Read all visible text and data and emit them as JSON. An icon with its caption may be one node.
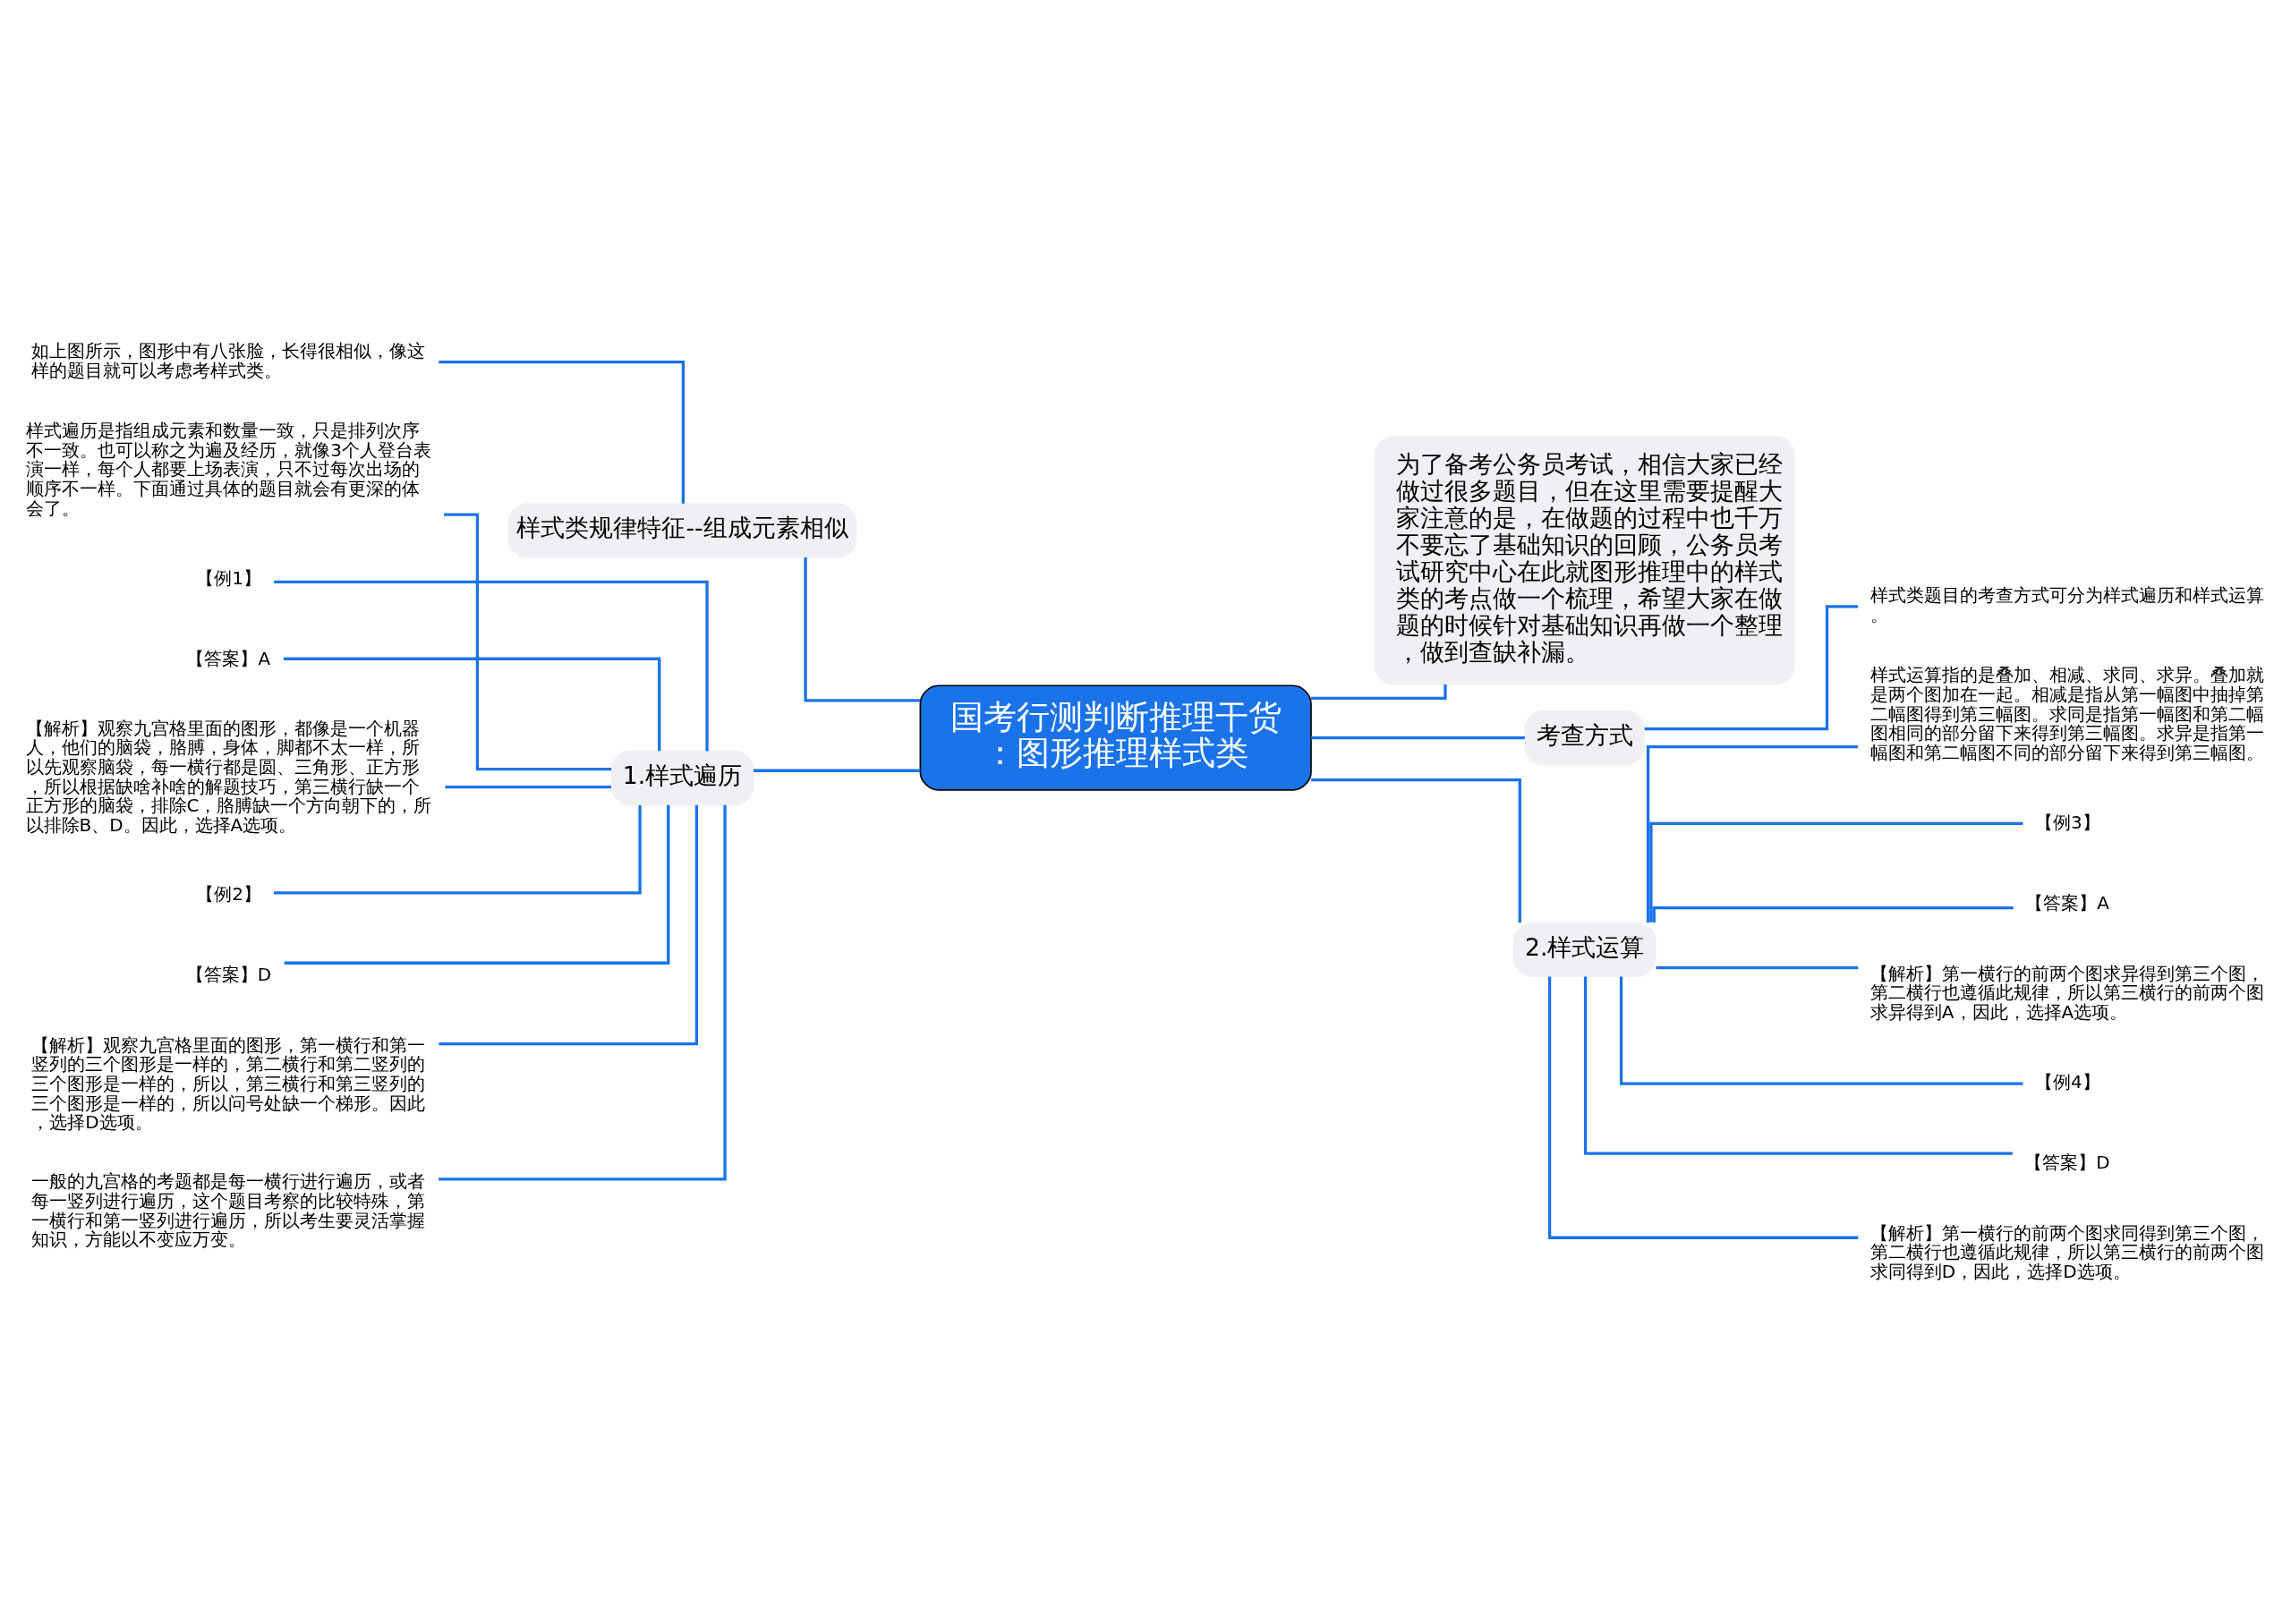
{
  "diagram": {
    "nodes": [
      {
        "text": [
          "国考行测判断推理干货：图形推理样式类"
        ]
      },
      {
        "text": [
          "样式类规律特征--组成元素相似"
        ]
      },
      {
        "text": [
          "如上图所示，图形中有八张脸，长得很相似，像这样的题目就可以考虑考样式类。"
        ]
      },
      {
        "text": [
          "1.样式遍历"
        ]
      },
      {
        "text": [
          "样式遍历是指组成元素和数量一致，只是排列次序不一致。也可以称之为遍及经历，就像3个人登台表演一样，每个人都要上场表演，只不过每次出场的顺序不一样。下面通过具体的题目就会有更深的体会了。"
        ]
      },
      {
        "text": [
          "【例1】"
        ]
      },
      {
        "text": [
          "【答案】A"
        ]
      },
      {
        "text": [
          "【解析】观察九宫格里面的图形，都像是一个机器人，他们的脑袋，胳膊，身体，脚都不太一样，所以先观察脑袋，每一横行都是圆、三角形、正方形，所以根据缺啥补啥的解题技巧，第三横行缺一个正方形的脑袋，排除C，胳膊缺一个方向朝下的，所以排除B、D。因此，选择A选项。"
        ]
      },
      {
        "text": [
          "【例2】"
        ]
      },
      {
        "text": [
          "【答案】D"
        ]
      },
      {
        "text": [
          "【解析】观察九宫格里面的图形，第一横行和第一竖列的三个图形是一样的，第二横行和第二竖列的三个图形是一样的，所以，第三横行和第三竖列的三个图形是一样的，所以问号处缺一个梯形。因此，选择D选项。"
        ]
      },
      {
        "text": [
          "一般的九宫格的考题都是每一横行进行遍历，或者每一竖列进行遍历，这个题目考察的比较特殊，第一横行和第一竖列进行遍历，所以考生要灵活掌握知识，方能以不变应万变。"
        ]
      },
      {
        "text": [
          "为了备考公务员考试，相信大家已经做过很多题目，但在这里需要提醒大家注意的是，在做题的过程中也千万不要忘了基础知识的回顾，公务员考试研究中心在此就图形推理中的样式类的考点做一个梳理，希望大家在做题的时候针对基础知识再做一个整理，做到查缺补漏。"
        ]
      },
      {
        "text": [
          "考查方式"
        ]
      },
      {
        "text": [
          "样式类题目的考查方式可分为样式遍历和样式运算。"
        ]
      },
      {
        "text": [
          "2.样式运算"
        ]
      },
      {
        "text": [
          "样式运算指的是叠加、相减、求同、求异。叠加就是两个图加在一起。相减是指从第一幅图中抽掉第二幅图得到第三幅图。求同是指第一幅图和第二幅图相同的部分留下来得到第三幅图。求异是指第一幅图和第二幅图不同的部分留下来得到第三幅图。"
        ]
      },
      {
        "text": [
          "【例3】"
        ]
      },
      {
        "text": [
          "【答案】A"
        ]
      },
      {
        "text": [
          "【解析】第一横行的前两个图求异得到第三个图，第二横行也遵循此规律，所以第三横行的前两个图求异得到A，因此，选择A选项。"
        ]
      },
      {
        "text": [
          "【例4】"
        ]
      },
      {
        "text": [
          "【答案】D"
        ]
      },
      {
        "text": [
          "【解析】第一横行的前两个图求同得到第三个图，第二横行也遵循此规律，所以第三横行的前两个图求同得到D，因此，选择D选项。"
        ]
      }
    ],
    "edges": [
      {
        "from": 0,
        "to": 1,
        "arrow": "none"
      },
      {
        "from": 1,
        "to": 2,
        "arrow": "none"
      },
      {
        "from": 0,
        "to": 3,
        "arrow": "none"
      },
      {
        "from": 3,
        "to": 4,
        "arrow": "none"
      },
      {
        "from": 3,
        "to": 5,
        "arrow": "none"
      },
      {
        "from": 3,
        "to": 6,
        "arrow": "none"
      },
      {
        "from": 3,
        "to": 7,
        "arrow": "none"
      },
      {
        "from": 3,
        "to": 8,
        "arrow": "none"
      },
      {
        "from": 3,
        "to": 9,
        "arrow": "none"
      },
      {
        "from": 3,
        "to": 10,
        "arrow": "none"
      },
      {
        "from": 3,
        "to": 11,
        "arrow": "none"
      },
      {
        "from": 0,
        "to": 12,
        "arrow": "none"
      },
      {
        "from": 0,
        "to": 13,
        "arrow": "none"
      },
      {
        "from": 13,
        "to": 14,
        "arrow": "none"
      },
      {
        "from": 0,
        "to": 15,
        "arrow": "none"
      },
      {
        "from": 15,
        "to": 16,
        "arrow": "none"
      },
      {
        "from": 15,
        "to": 17,
        "arrow": "none"
      },
      {
        "from": 15,
        "to": 18,
        "arrow": "none"
      },
      {
        "from": 15,
        "to": 19,
        "arrow": "none"
      },
      {
        "from": 15,
        "to": 20,
        "arrow": "none"
      },
      {
        "from": 15,
        "to": 21,
        "arrow": "none"
      },
      {
        "from": 15,
        "to": 22,
        "arrow": "none"
      }
    ]
  }
}
